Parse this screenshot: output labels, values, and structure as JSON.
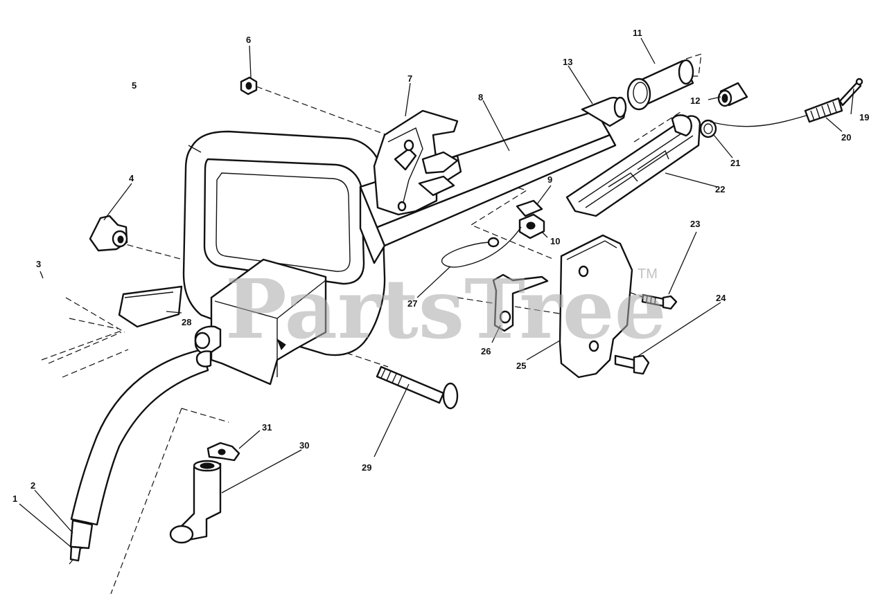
{
  "watermark": {
    "text": "PartsTree",
    "trademark": "TM"
  },
  "callouts": [
    "1",
    "2",
    "3",
    "4",
    "5",
    "6",
    "7",
    "8",
    "9",
    "10",
    "11",
    "12",
    "13",
    "19",
    "20",
    "21",
    "22",
    "23",
    "24",
    "25",
    "26",
    "27",
    "28",
    "29",
    "30",
    "31"
  ]
}
